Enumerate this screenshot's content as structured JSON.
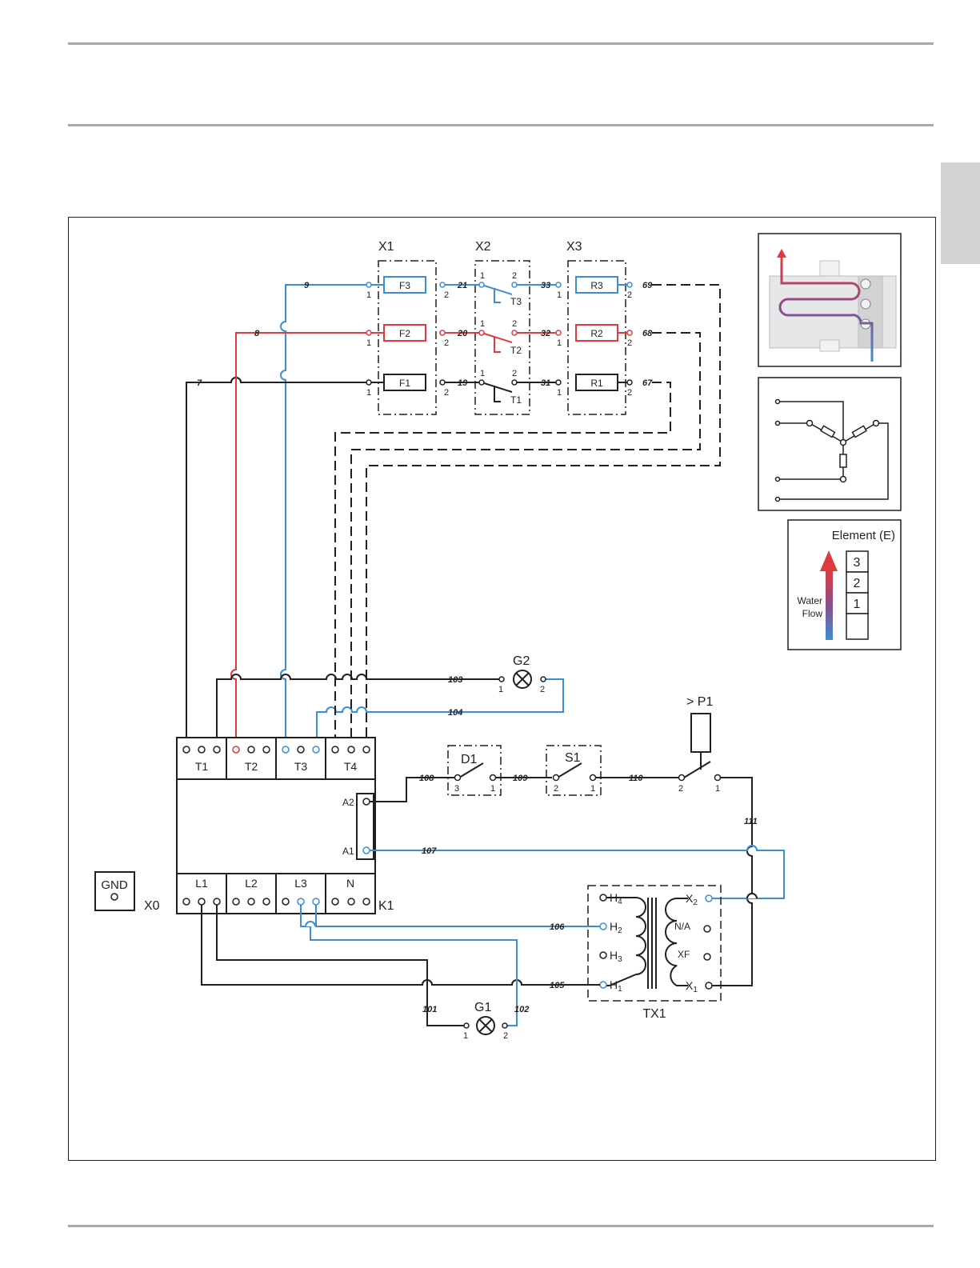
{
  "colors": {
    "phase_blue": "#3b8fd0",
    "phase_red": "#e03a3e",
    "line": "#231f20",
    "rule": "#a7a9ac",
    "tab": "#d1d3d4"
  },
  "groups": {
    "x1": "X1",
    "x2": "X2",
    "x3": "X3"
  },
  "components": {
    "f3": "F3",
    "f2": "F2",
    "f1": "F1",
    "t3": "T3",
    "t2": "T2",
    "t1": "T1",
    "r3": "R3",
    "r2": "R2",
    "r1": "R1",
    "g2": "G2",
    "g1": "G1",
    "p1": "> P1",
    "d1": "D1",
    "s1": "S1",
    "k1": "K1",
    "tx1": "TX1",
    "x0": "X0",
    "gnd": "GND"
  },
  "wires": {
    "w9": "9",
    "w8": "8",
    "w7": "7",
    "w21": "21",
    "w20": "20",
    "w19": "19",
    "w33": "33",
    "w32": "32",
    "w31": "31",
    "w69": "69",
    "w68": "68",
    "w67": "67",
    "w103": "103",
    "w104": "104",
    "w108": "108",
    "w109": "109",
    "w110": "110",
    "w111": "111",
    "w107": "107",
    "w106": "106",
    "w105": "105",
    "w101": "101",
    "w102": "102"
  },
  "contactor": {
    "t1": "T1",
    "t2": "T2",
    "t3": "T3",
    "t4": "T4",
    "l1": "L1",
    "l2": "L2",
    "l3": "L3",
    "n": "N",
    "a1": "A1",
    "a2": "A2"
  },
  "transformer": {
    "h4": "H",
    "h2": "H",
    "h3": "H",
    "h1": "H",
    "h4_sub": "4",
    "h2_sub": "2",
    "h3_sub": "3",
    "h1_sub": "1",
    "x2": "X",
    "x1": "X",
    "x2_sub": "2",
    "x1_sub": "1",
    "na": "N/A",
    "xf": "XF"
  },
  "pins": {
    "one": "1",
    "two": "2",
    "three": "3"
  },
  "legend": {
    "title": "Element (E)",
    "levels": [
      "3",
      "2",
      "1"
    ],
    "water_line1": "Water",
    "water_line2": "Flow"
  }
}
